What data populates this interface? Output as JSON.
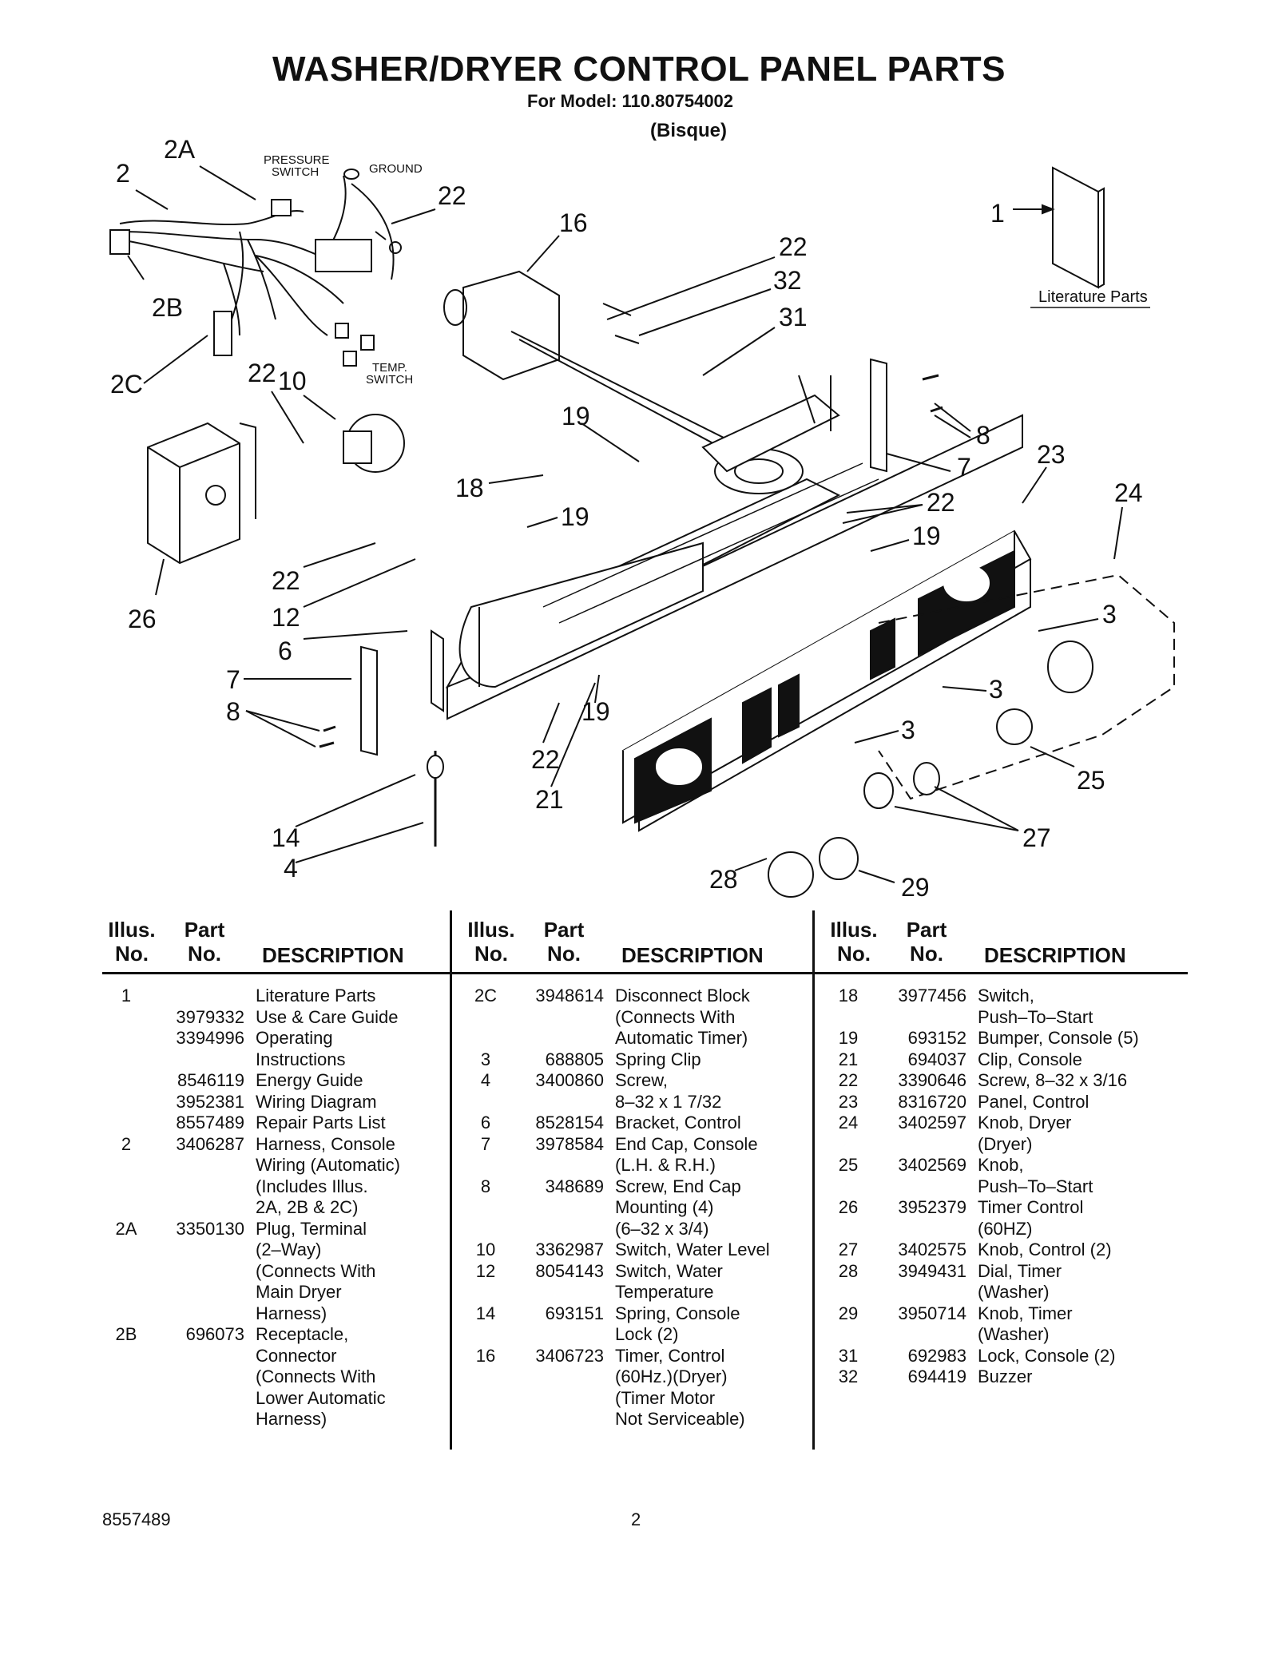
{
  "header": {
    "title": "WASHER/DRYER CONTROL PANEL PARTS",
    "model": "For Model: 110.80754002",
    "color": "(Bisque)"
  },
  "diagram": {
    "labels": {
      "pressure_switch": "PRESSURE\nSWITCH",
      "ground": "GROUND",
      "temp_switch": "TEMP.\nSWITCH",
      "literature_parts": "Literature Parts"
    },
    "callouts": [
      "2A",
      "2",
      "22",
      "16",
      "22",
      "32",
      "31",
      "1",
      "2B",
      "2C",
      "22",
      "10",
      "19",
      "8",
      "7",
      "23",
      "24",
      "18",
      "19",
      "22",
      "19",
      "22",
      "12",
      "6",
      "26",
      "3",
      "7",
      "8",
      "3",
      "19",
      "3",
      "22",
      "21",
      "25",
      "14",
      "4",
      "27",
      "28",
      "29"
    ]
  },
  "table": {
    "headers": {
      "illus": "Illus.\nNo.",
      "part": "Part\nNo.",
      "description": "DESCRIPTION"
    },
    "columns": [
      [
        {
          "illus": "1",
          "part": "",
          "desc": "Literature Parts"
        },
        {
          "illus": "",
          "part": "3979332",
          "desc": "Use & Care Guide"
        },
        {
          "illus": "",
          "part": "3394996",
          "desc": "Operating\nInstructions"
        },
        {
          "illus": "",
          "part": "8546119",
          "desc": "Energy Guide"
        },
        {
          "illus": "",
          "part": "3952381",
          "desc": "Wiring Diagram"
        },
        {
          "illus": "",
          "part": "8557489",
          "desc": "Repair Parts List"
        },
        {
          "illus": "",
          "part": "",
          "desc": " "
        },
        {
          "illus": "2",
          "part": "3406287",
          "desc": "Harness, Console\nWiring (Automatic)\n(Includes Illus.\n2A, 2B & 2C)"
        },
        {
          "illus": "2A",
          "part": "3350130",
          "desc": "Plug, Terminal\n(2–Way)\n(Connects With\nMain Dryer\nHarness)"
        },
        {
          "illus": "2B",
          "part": "696073",
          "desc": "Receptacle,\nConnector\n(Connects With\nLower Automatic\nHarness)"
        }
      ],
      [
        {
          "illus": "2C",
          "part": "3948614",
          "desc": "Disconnect Block\n(Connects With\nAutomatic Timer)"
        },
        {
          "illus": "3",
          "part": "688805",
          "desc": "Spring Clip"
        },
        {
          "illus": "4",
          "part": "3400860",
          "desc": "Screw,\n8–32 x 1 7/32"
        },
        {
          "illus": "6",
          "part": "8528154",
          "desc": "Bracket, Control"
        },
        {
          "illus": "7",
          "part": "3978584",
          "desc": "End Cap, Console\n(L.H. & R.H.)"
        },
        {
          "illus": "8",
          "part": "348689",
          "desc": "Screw, End Cap\nMounting (4)\n(6–32 x 3/4)"
        },
        {
          "illus": "10",
          "part": "3362987",
          "desc": "Switch, Water Level"
        },
        {
          "illus": "12",
          "part": "8054143",
          "desc": "Switch, Water\nTemperature"
        },
        {
          "illus": "14",
          "part": "693151",
          "desc": "Spring, Console\nLock (2)"
        },
        {
          "illus": "16",
          "part": "3406723",
          "desc": "Timer, Control\n(60Hz.)(Dryer)\n(Timer Motor\nNot Serviceable)"
        }
      ],
      [
        {
          "illus": "18",
          "part": "3977456",
          "desc": "Switch,\nPush–To–Start"
        },
        {
          "illus": "19",
          "part": "693152",
          "desc": "Bumper, Console (5)"
        },
        {
          "illus": "21",
          "part": "694037",
          "desc": "Clip, Console"
        },
        {
          "illus": "22",
          "part": "3390646",
          "desc": "Screw, 8–32 x 3/16"
        },
        {
          "illus": "23",
          "part": "8316720",
          "desc": "Panel, Control"
        },
        {
          "illus": "24",
          "part": "3402597",
          "desc": "Knob, Dryer\n(Dryer)"
        },
        {
          "illus": "25",
          "part": "3402569",
          "desc": "Knob,\nPush–To–Start"
        },
        {
          "illus": "26",
          "part": "3952379",
          "desc": "Timer Control\n(60HZ)"
        },
        {
          "illus": "27",
          "part": "3402575",
          "desc": "Knob, Control (2)"
        },
        {
          "illus": "28",
          "part": "3949431",
          "desc": "Dial, Timer\n(Washer)"
        },
        {
          "illus": "29",
          "part": "3950714",
          "desc": "Knob, Timer\n(Washer)"
        },
        {
          "illus": "31",
          "part": "692983",
          "desc": "Lock, Console (2)"
        },
        {
          "illus": "32",
          "part": "694419",
          "desc": "Buzzer"
        }
      ]
    ]
  },
  "footer": {
    "doc_number": "8557489",
    "page": "2"
  }
}
